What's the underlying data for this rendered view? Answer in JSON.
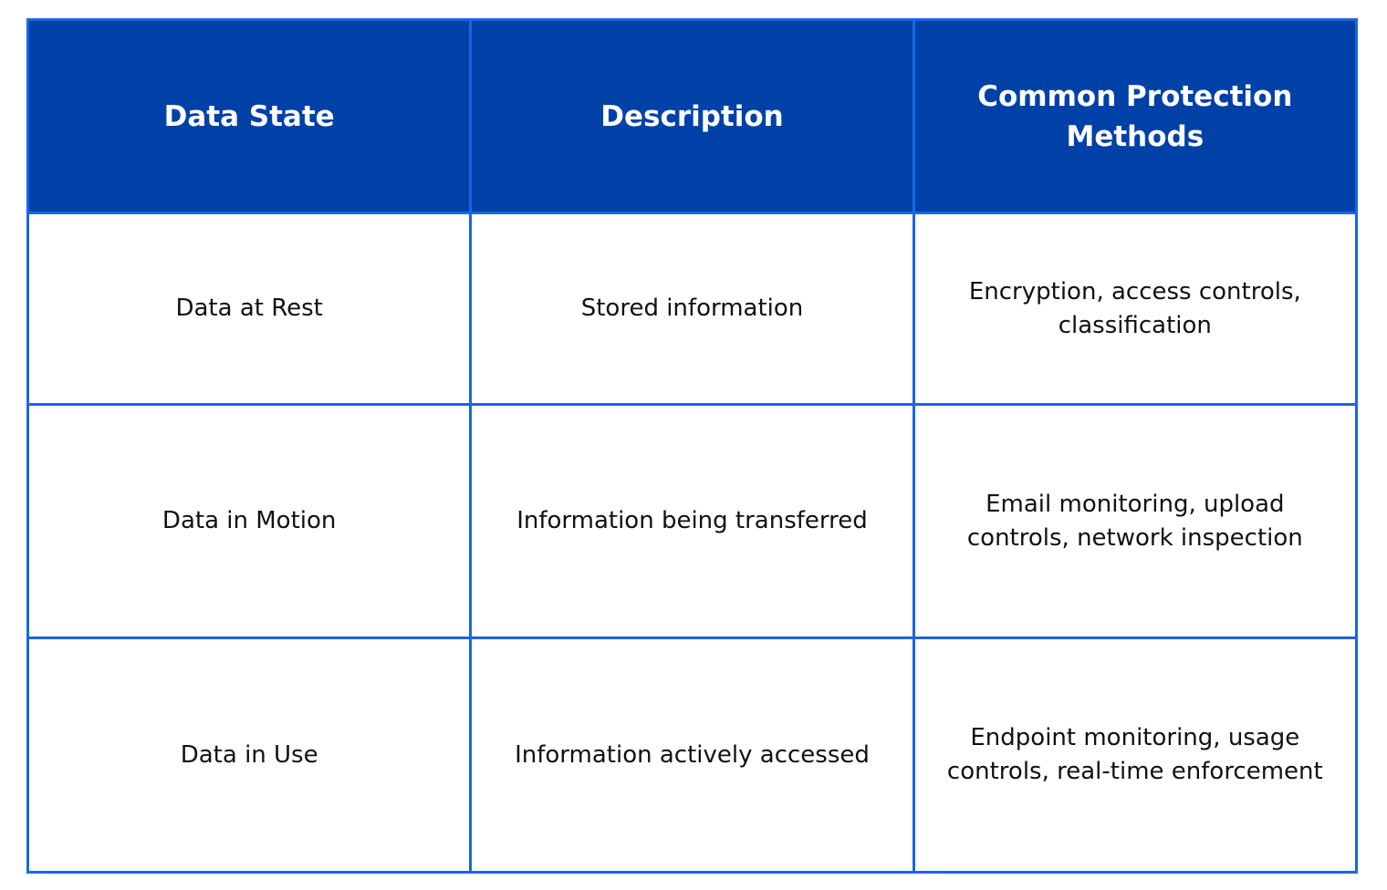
{
  "table": {
    "headers": [
      "Data State",
      "Description",
      "Common Protection Methods"
    ],
    "rows": [
      [
        "Data at Rest",
        "Stored information",
        "Encryption, access controls, classification"
      ],
      [
        "Data in Motion",
        "Information being transferred",
        "Email monitoring, upload controls, network inspection"
      ],
      [
        "Data in Use",
        "Information actively accessed",
        "Endpoint monitoring, usage controls, real-time enforcement"
      ]
    ]
  },
  "colors": {
    "header_bg": "#0041a8",
    "border": "#1a66e0",
    "header_text": "#ffffff",
    "body_text": "#111111"
  }
}
